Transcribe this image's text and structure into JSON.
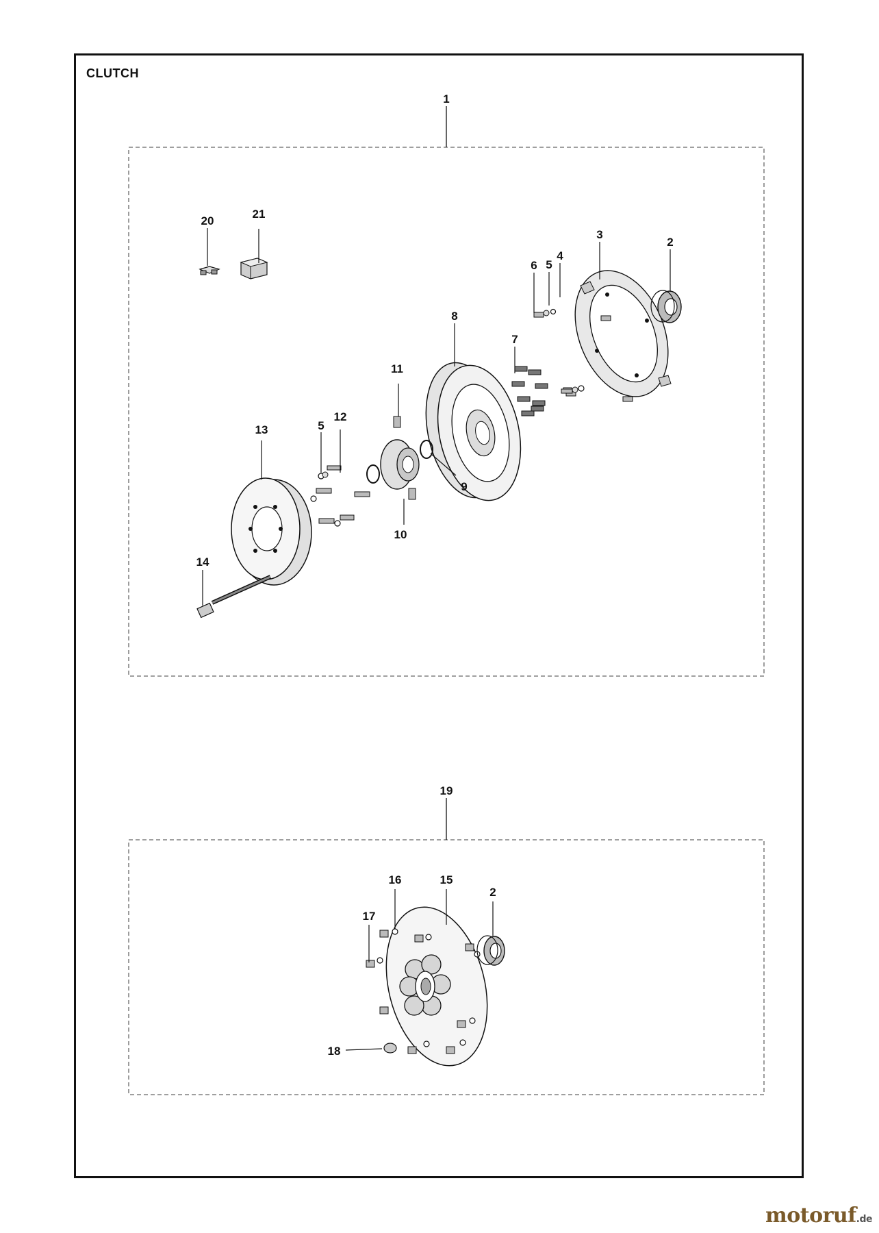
{
  "title": "CLUTCH",
  "assemblies": [
    {
      "label": "1",
      "name": "upper-assembly"
    },
    {
      "label": "19",
      "name": "lower-assembly"
    }
  ],
  "callouts": {
    "c1": "1",
    "c2": "2",
    "c3": "3",
    "c4": "4",
    "c5a": "5",
    "c5b": "5",
    "c6": "6",
    "c7": "7",
    "c8": "8",
    "c9": "9",
    "c10": "10",
    "c11": "11",
    "c12": "12",
    "c13": "13",
    "c14": "14",
    "c15": "15",
    "c16": "16",
    "c17": "17",
    "c18": "18",
    "c19": "19",
    "c20": "20",
    "c21": "21",
    "c2b": "2"
  },
  "watermark": {
    "main": "motoruf",
    "suffix": ".de"
  },
  "colors": {
    "line": "#111111",
    "part_fill": "#d9d9d9",
    "part_dark": "#555555",
    "dash": "#555555"
  }
}
